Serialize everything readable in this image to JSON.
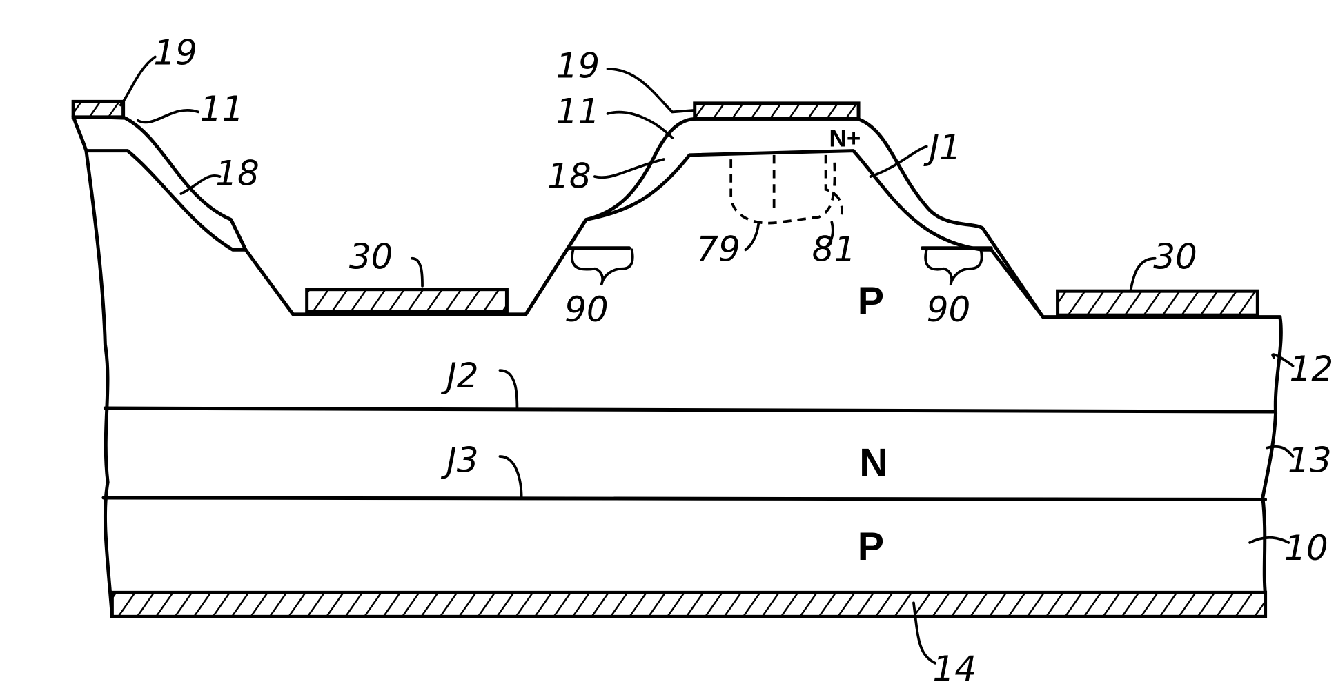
{
  "figure": {
    "labels": {
      "l19_left": "19",
      "l11_left": "11",
      "l18_left": "18",
      "l30_left": "30",
      "l19_mid": "19",
      "l11_mid": "11",
      "l18_mid": "18",
      "l90_left": "90",
      "l79": "79",
      "l81": "81",
      "lJ1": "J1",
      "l90_right": "90",
      "l30_right": "30",
      "lJ2": "J2",
      "lJ3": "J3",
      "l12": "12",
      "l13": "13",
      "l10": "10",
      "l14": "14"
    },
    "regions": {
      "n_plus": "N+",
      "p_top": "P",
      "n_mid": "N",
      "p_bottom": "P"
    },
    "colors": {
      "ink": "#000000",
      "paper": "#ffffff"
    }
  }
}
